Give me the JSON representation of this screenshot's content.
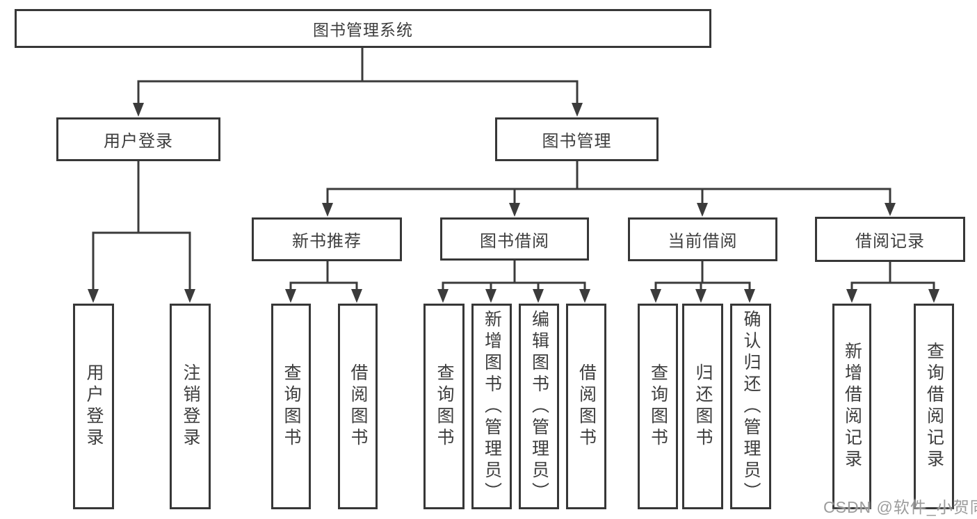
{
  "diagram": {
    "title_node": {
      "label": "图书管理系统"
    },
    "level2": [
      {
        "label": "用户登录"
      },
      {
        "label": "图书管理"
      }
    ],
    "level3": [
      {
        "label": "新书推荐"
      },
      {
        "label": "图书借阅"
      },
      {
        "label": "当前借阅"
      },
      {
        "label": "借阅记录"
      }
    ],
    "leaves": [
      {
        "label": "用户登录"
      },
      {
        "label": "注销登录"
      },
      {
        "label": "查询图书"
      },
      {
        "label": "借阅图书"
      },
      {
        "label": "查询图书"
      },
      {
        "label": "新增图书（管理员）"
      },
      {
        "label": "编辑图书（管理员）"
      },
      {
        "label": "借阅图书"
      },
      {
        "label": "查询图书"
      },
      {
        "label": "归还图书"
      },
      {
        "label": "确认归还（管理员）"
      },
      {
        "label": "新增借阅记录"
      },
      {
        "label": "查询借阅记录"
      }
    ],
    "colors": {
      "line": "#3b3b3b",
      "border": "#373737",
      "text": "#3d3d3d",
      "background": "#ffffff",
      "watermark": "#949494"
    }
  },
  "watermark": {
    "text": "CSDN @软件_小贺同学"
  }
}
